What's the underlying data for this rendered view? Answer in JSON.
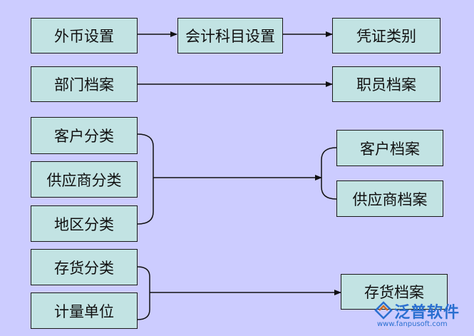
{
  "nodes": {
    "foreign_currency": "外币设置",
    "account_subject": "会计科目设置",
    "voucher_type": "凭证类别",
    "department_file": "部门档案",
    "employee_file": "职员档案",
    "customer_category": "客户分类",
    "supplier_category": "供应商分类",
    "region_category": "地区分类",
    "customer_file": "客户档案",
    "supplier_file": "供应商档案",
    "inventory_category": "存货分类",
    "measure_unit": "计量单位",
    "inventory_file": "存货档案"
  },
  "watermark": {
    "brand": "泛普软件",
    "url": "www.fanpusoft.com"
  },
  "colors": {
    "background": "#ccccff",
    "node_fill": "#c2e3e3",
    "node_border": "#1a1a1a",
    "watermark": "#2a6fd0"
  }
}
